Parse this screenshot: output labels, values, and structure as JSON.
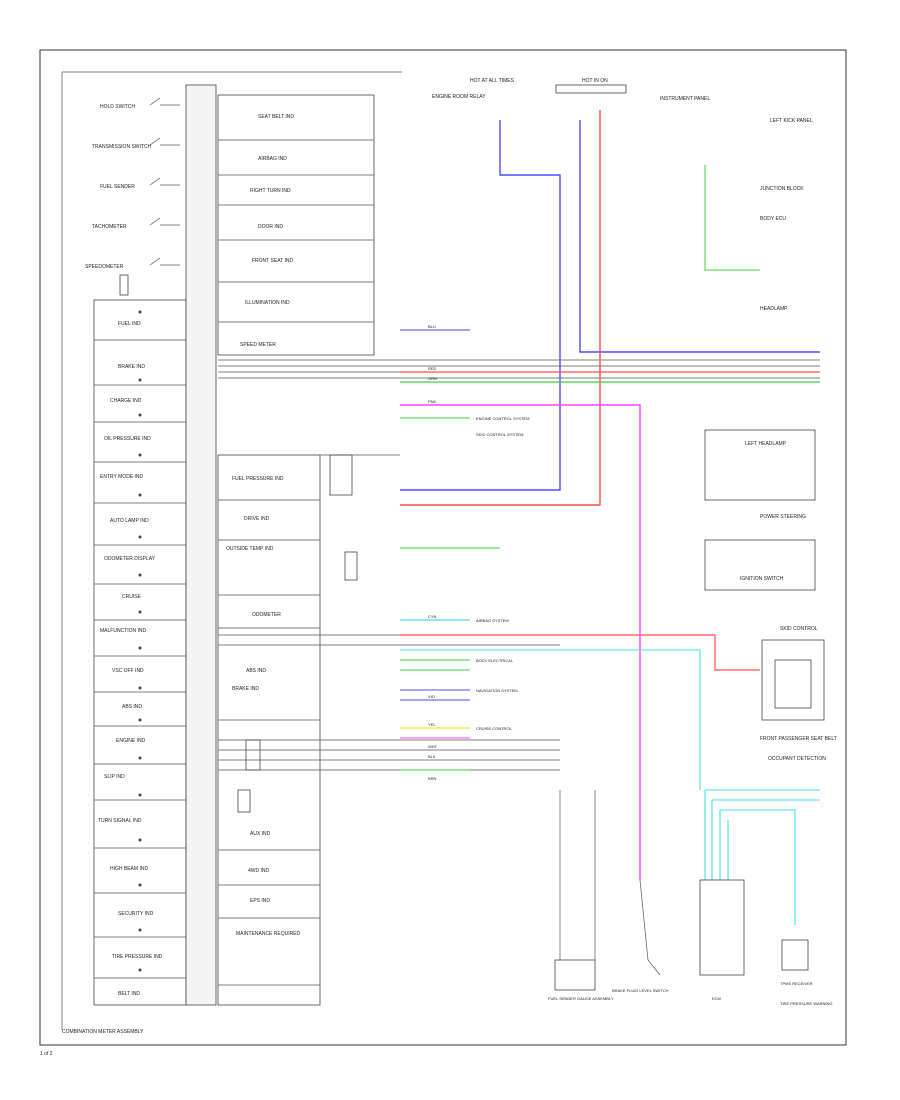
{
  "diagram": {
    "assembly_title": "COMBINATION METER ASSEMBLY",
    "page_label": "1 of 2",
    "switches": [
      "HOLD SWITCH",
      "TRANSMISSION SWITCH",
      "FUEL SENDER",
      "TACHOMETER",
      "SPEEDOMETER"
    ],
    "left_indicators": [
      "FUEL IND",
      "BRAKE IND",
      "CHARGE IND",
      "OIL PRESSURE IND",
      "ENTRY MODE IND",
      "AUTO LAMP IND",
      "ODOMETER DISPLAY",
      "CRUISE",
      "MALFUNCTION IND",
      "VSC OFF IND",
      "ABS IND",
      "ENGINE IND",
      "SLIP IND",
      "TURN SIGNAL IND",
      "HIGH BEAM IND",
      "SECURITY IND",
      "TIRE PRESSURE IND",
      "BELT IND"
    ],
    "mid_indicators": [
      "SEAT BELT IND",
      "AIRBAG IND",
      "RIGHT TURN IND",
      "DOOR IND",
      "FRONT SEAT IND",
      "ILLUMINATION IND",
      "SPEED METER",
      "FUEL PRESSURE IND",
      "DRIVE IND",
      "OUTSIDE TEMP IND",
      "ODOMETER",
      "ABS IND",
      "BRAKE IND",
      "AUX IND",
      "4WD IND",
      "EPS IND",
      "MAINTENANCE REQUIRED"
    ],
    "top_callouts": [
      "HOT AT ALL TIMES",
      "ENGINE ROOM RELAY",
      "HOT IN ON",
      "INSTRUMENT PANEL",
      "LEFT KICK PANEL"
    ],
    "right_components": [
      "JUNCTION BLOCK",
      "BODY ECU",
      "HEADLAMP",
      "LEFT HEADLAMP",
      "POWER STEERING",
      "IGNITION SWITCH",
      "SKID CONTROL",
      "FRONT PASSENGER SEAT BELT",
      "OCCUPANT DETECTION",
      "TPMS RECEIVER"
    ],
    "bottom_components": [
      "FUEL SENDER GAUGE ASSEMBLY",
      "BRAKE FLUID LEVEL SWITCH",
      "ECM",
      "TIRE PRESSURE WARNING"
    ],
    "signal_labels": [
      "ENGINE CONTROL SYSTEM",
      "SKID CONTROL SYSTEM",
      "AIRBAG SYSTEM",
      "BODY ELECTRICAL",
      "NAVIGATION SYSTEM",
      "CRUISE CONTROL"
    ],
    "wire_codes": [
      "BLU",
      "RED",
      "GRN",
      "PNK",
      "CYN",
      "VIO",
      "YEL",
      "WHT",
      "BLK",
      "BRN"
    ],
    "wire_colors": {
      "blue": "#4d4dff",
      "red": "#ff4d4d",
      "green": "#3ad23a",
      "magenta": "#ff40ff",
      "cyan": "#40e0f0",
      "violet": "#8080ff",
      "yellow": "#e6e600",
      "gray": "#8c8c8c"
    }
  }
}
